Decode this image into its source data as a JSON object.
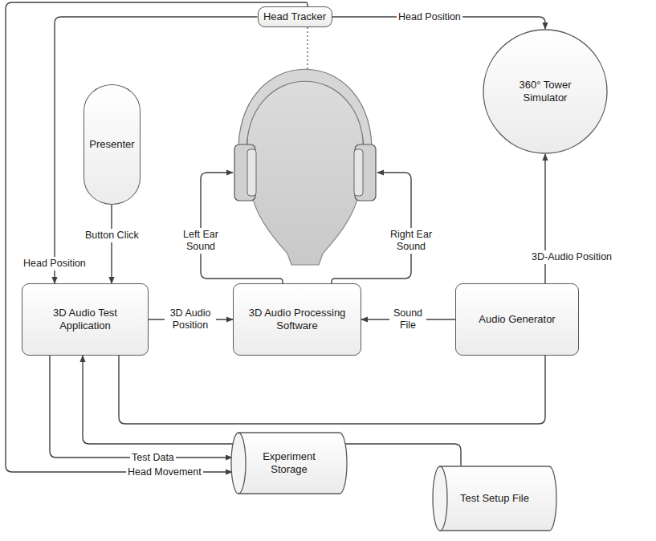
{
  "diagram": {
    "nodes": [
      {
        "text": [
          "Head Tracker"
        ]
      },
      {
        "text": [
          "Presenter"
        ]
      },
      {
        "text": [
          "360° Tower Simulator"
        ]
      },
      {
        "text": [
          "3D Audio Test Application"
        ]
      },
      {
        "text": [
          "3D Audio Processing Software"
        ]
      },
      {
        "text": [
          "Audio Generator"
        ]
      },
      {
        "text": [
          "Experiment Storage"
        ]
      },
      {
        "text": [
          "Test Setup File"
        ]
      }
    ],
    "edges": [
      {
        "from": 0,
        "to": 2,
        "label": "Head Position",
        "arrow": "to"
      },
      {
        "from": 0,
        "to": 3,
        "label": "Head Position",
        "arrow": "to"
      },
      {
        "from": 0,
        "to": 6,
        "label": "Head Movement",
        "arrow": "to"
      },
      {
        "from": 1,
        "to": 3,
        "label": "Button Click",
        "arrow": "to"
      },
      {
        "from": 3,
        "to": 4,
        "label": "3D Audio Position",
        "arrow": "to"
      },
      {
        "from": 5,
        "to": 4,
        "label": "Sound File",
        "arrow": "to"
      },
      {
        "from": 3,
        "to": 2,
        "label": "3D-Audio Position",
        "arrow": "to"
      },
      {
        "from": 3,
        "to": 6,
        "label": "Test Data",
        "arrow": "to"
      },
      {
        "from": 7,
        "to": 3,
        "arrow": "to"
      }
    ],
    "labels": [
      "Left Ear Sound",
      "Right Ear Sound"
    ]
  }
}
